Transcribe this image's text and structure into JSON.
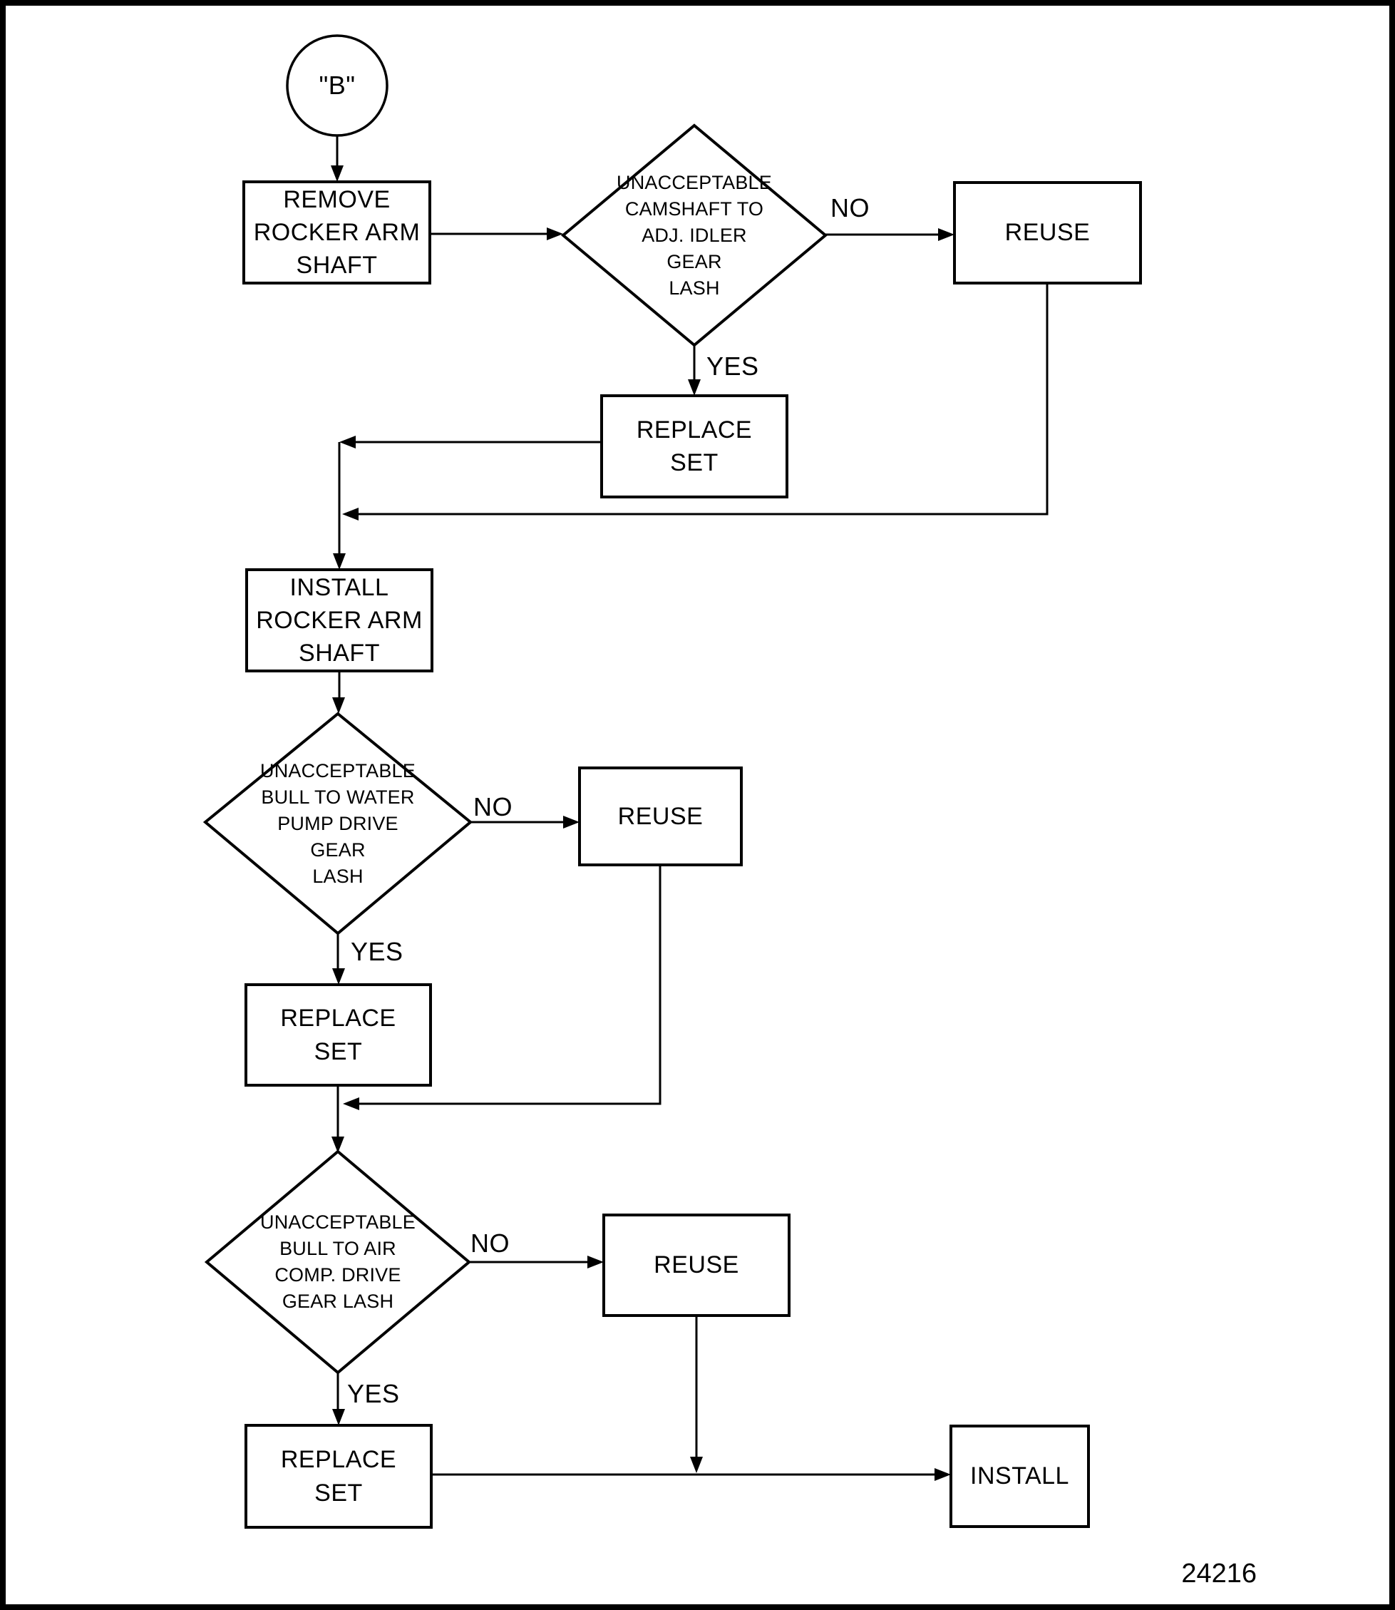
{
  "page": {
    "figure_number": "24216",
    "ink_color": "#000000",
    "paper_color": "#ffffff"
  },
  "nodes": {
    "connector_b": {
      "label": "\"B\""
    },
    "remove_rocker_arm_shaft": {
      "lines": [
        "REMOVE",
        "ROCKER ARM",
        "SHAFT"
      ]
    },
    "decision_camshaft_idler_lash": {
      "lines": [
        "UNACCEPTABLE",
        "CAMSHAFT TO",
        "ADJ. IDLER",
        "GEAR",
        "LASH"
      ]
    },
    "reuse_camshaft": {
      "label": "REUSE"
    },
    "replace_set_camshaft": {
      "lines": [
        "REPLACE",
        "SET"
      ]
    },
    "install_rocker_arm_shaft": {
      "lines": [
        "INSTALL",
        "ROCKER ARM",
        "SHAFT"
      ]
    },
    "decision_water_pump_lash": {
      "lines": [
        "UNACCEPTABLE",
        "BULL TO WATER",
        "PUMP DRIVE",
        "GEAR",
        "LASH"
      ]
    },
    "reuse_water_pump": {
      "label": "REUSE"
    },
    "replace_set_water_pump": {
      "lines": [
        "REPLACE",
        "SET"
      ]
    },
    "decision_air_comp_lash": {
      "lines": [
        "UNACCEPTABLE",
        "BULL TO AIR",
        "COMP. DRIVE",
        "GEAR LASH"
      ]
    },
    "reuse_air_comp": {
      "label": "REUSE"
    },
    "replace_set_air_comp": {
      "lines": [
        "REPLACE",
        "SET"
      ]
    },
    "install": {
      "label": "INSTALL"
    }
  },
  "edge_labels": {
    "camshaft_no": "NO",
    "camshaft_yes": "YES",
    "water_pump_no": "NO",
    "water_pump_yes": "YES",
    "air_comp_no": "NO",
    "air_comp_yes": "YES"
  }
}
